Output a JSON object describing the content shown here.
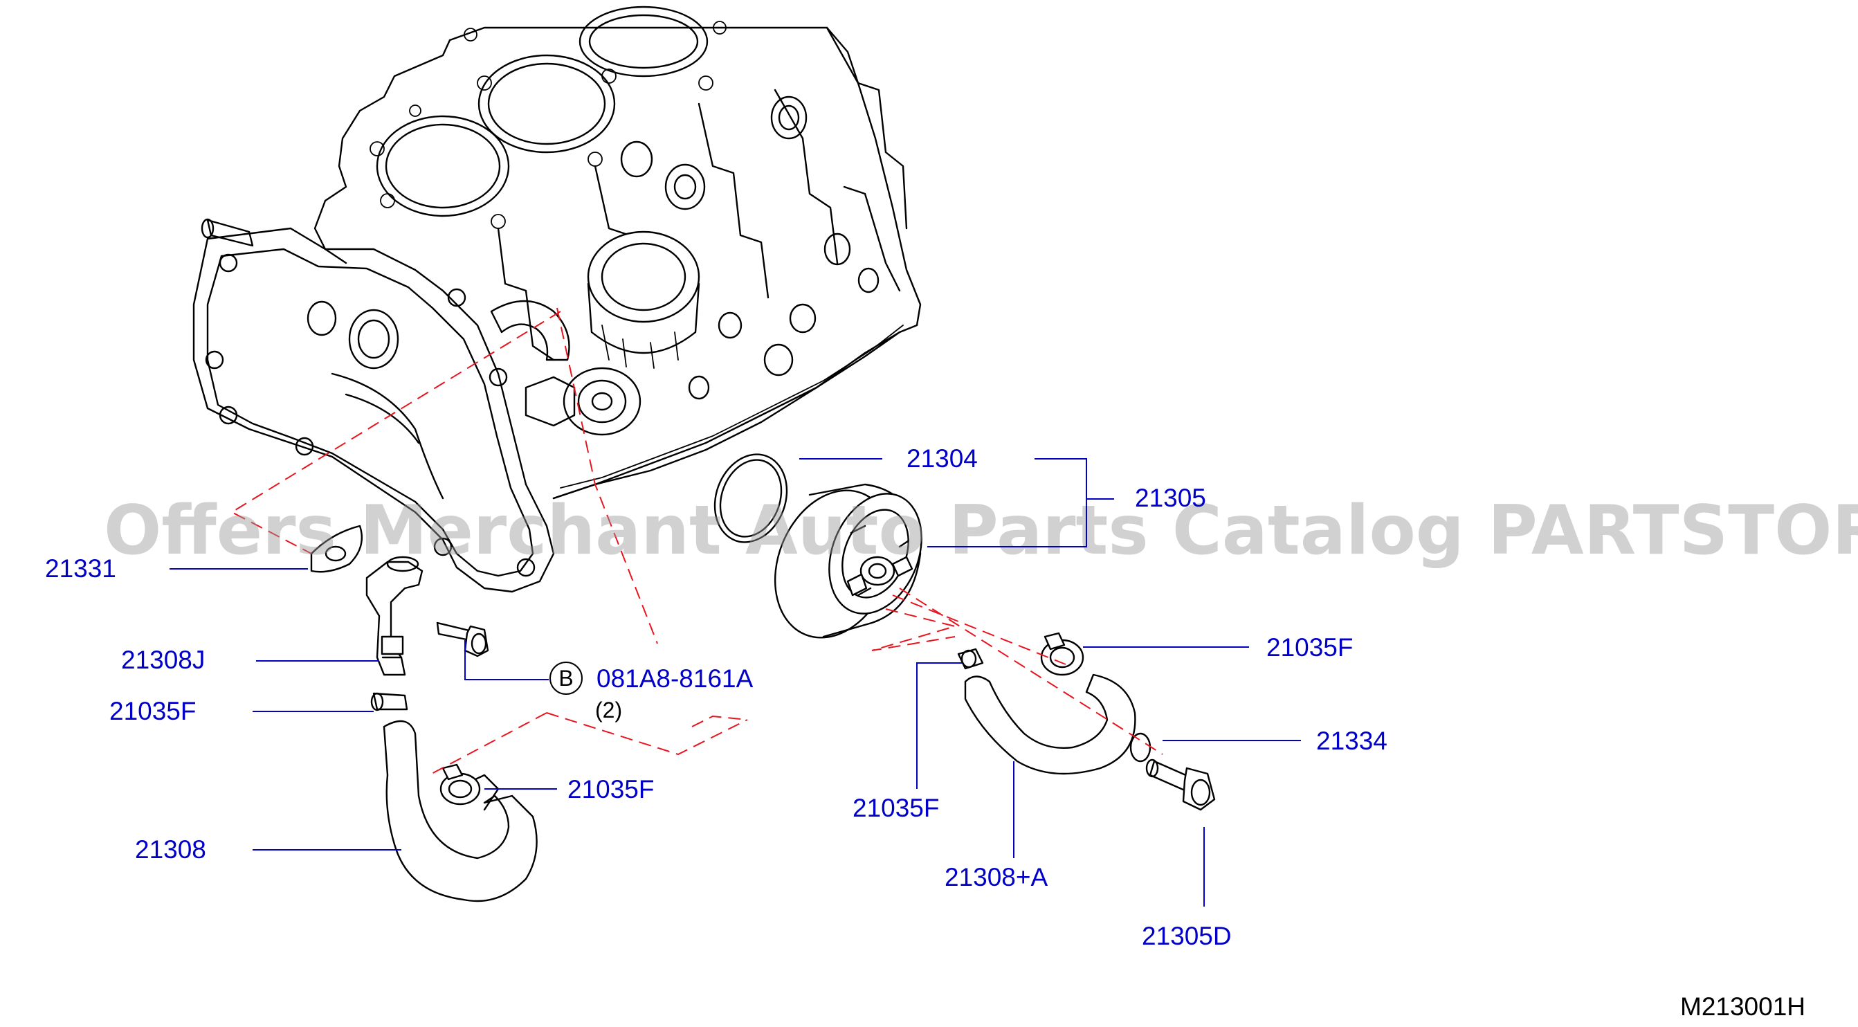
{
  "diagram": {
    "watermark": "Offers Merchant Auto Parts Catalog PARTSTORE.SA",
    "drawing_code": "M213001H",
    "callout": {
      "letter": "B",
      "part_number": "081A8-8161A",
      "quantity": "(2)"
    },
    "parts": [
      {
        "id": "p21304",
        "label": "21304"
      },
      {
        "id": "p21305",
        "label": "21305"
      },
      {
        "id": "p21331",
        "label": "21331"
      },
      {
        "id": "p21308J",
        "label": "21308J"
      },
      {
        "id": "p21035F_a",
        "label": "21035F"
      },
      {
        "id": "p21035F_b",
        "label": "21035F"
      },
      {
        "id": "p21035F_c",
        "label": "21035F"
      },
      {
        "id": "p21035F_d",
        "label": "21035F"
      },
      {
        "id": "p21308",
        "label": "21308"
      },
      {
        "id": "p21334",
        "label": "21334"
      },
      {
        "id": "p21308A",
        "label": "21308+A"
      },
      {
        "id": "p21305D",
        "label": "21305D"
      }
    ],
    "colors": {
      "label": "#0000c8",
      "leader": "#0000c8",
      "assembly_line": "#e8141e",
      "ink": "#000000",
      "watermark": "#9a9a9a"
    }
  }
}
